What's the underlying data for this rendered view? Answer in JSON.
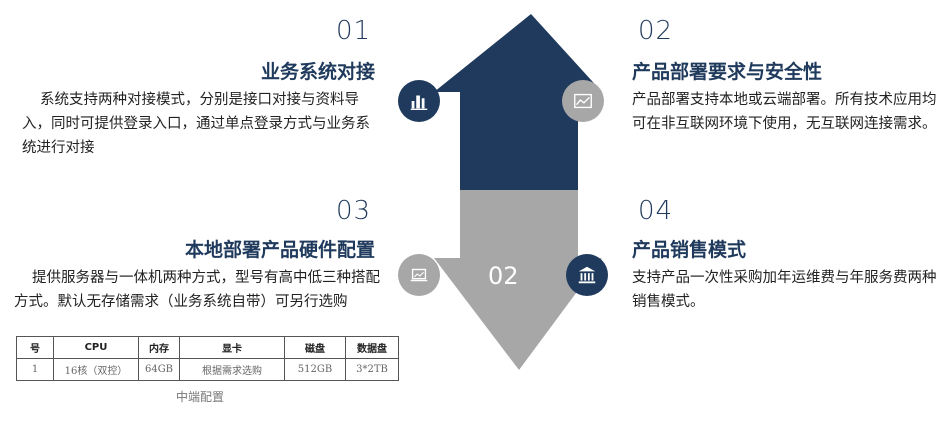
{
  "sections": [
    {
      "number": "01",
      "title": "业务系统对接",
      "desc": "系统支持两种对接模式，分别是接口对接与资料导入，同时可提供登录入口，通过单点登录方式与业务系统进行对接",
      "icon": "building-chart-icon"
    },
    {
      "number": "02",
      "title": "产品部署要求与安全性",
      "desc": "产品部署支持本地或云端部署。所有技术应用均可在非互联网环境下使用，无互联网连接需求。",
      "icon": "image-chart-icon"
    },
    {
      "number": "03",
      "title": "本地部署产品硬件配置",
      "desc": "提供服务器与一体机两种方式，型号有高中低三种搭配方式。默认无存储需求（业务系统自带）可另行选购",
      "icon": "laptop-chart-icon"
    },
    {
      "number": "04",
      "title": "产品销售模式",
      "desc": "支持产品一次性采购加年运维费与年服务费两种销售模式。",
      "icon": "bank-icon"
    }
  ],
  "arrow_label": "02",
  "table": {
    "headers": [
      "号",
      "CPU",
      "内存",
      "显卡",
      "磁盘",
      "数据盘"
    ],
    "rows": [
      [
        "1",
        "16核（双控）",
        "64GB",
        "根据需求选购",
        "512GB",
        "3*2TB"
      ]
    ],
    "caption": "中端配置"
  },
  "colors": {
    "navy": "#1f3a5c",
    "gray": "#a7a7a7"
  }
}
